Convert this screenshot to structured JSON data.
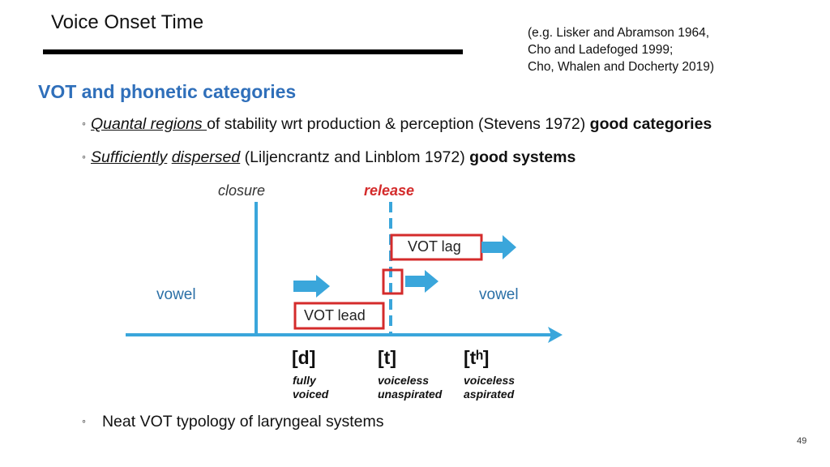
{
  "slide": {
    "title": "Voice Onset Time",
    "references": [
      "(e.g. Lisker and Abramson 1964,",
      "Cho and Ladefoged 1999;",
      "Cho, Whalen and Docherty 2019)"
    ],
    "heading": "VOT and phonetic categories",
    "bullet_marker": "◦",
    "bullets": [
      {
        "term": "Quantal regions ",
        "text": "of stability wrt production & perception (Stevens 1972) ",
        "bold": "good categories"
      },
      {
        "term_a": "Sufficiently",
        "term_b": "dispersed",
        "text": " (Liljencrantz and Linblom 1972) ",
        "bold": "good systems"
      }
    ],
    "footer_bullet": "Neat VOT typology of laryngeal systems",
    "page_number": "49"
  },
  "diagram": {
    "closure_label": "closure",
    "release_label": "release",
    "vowel_left": "vowel",
    "vowel_right": "vowel",
    "vot_lag_label": "VOT lag",
    "vot_lead_label": "VOT lead",
    "segments": [
      {
        "symbol": "[d]",
        "desc_1": "fully",
        "desc_2": "voiced"
      },
      {
        "symbol": "[t]",
        "desc_1": "voiceless",
        "desc_2": "unaspirated"
      },
      {
        "symbol": "[tʰ]",
        "desc_1": "voiceless",
        "desc_2": "aspirated"
      }
    ],
    "colors": {
      "line_blue": "#3aa6db",
      "box_red": "#d42b2b",
      "release_red": "#d42b2b",
      "vowel_blue": "#2a6fa6",
      "heading_blue": "#2f6fba"
    }
  }
}
